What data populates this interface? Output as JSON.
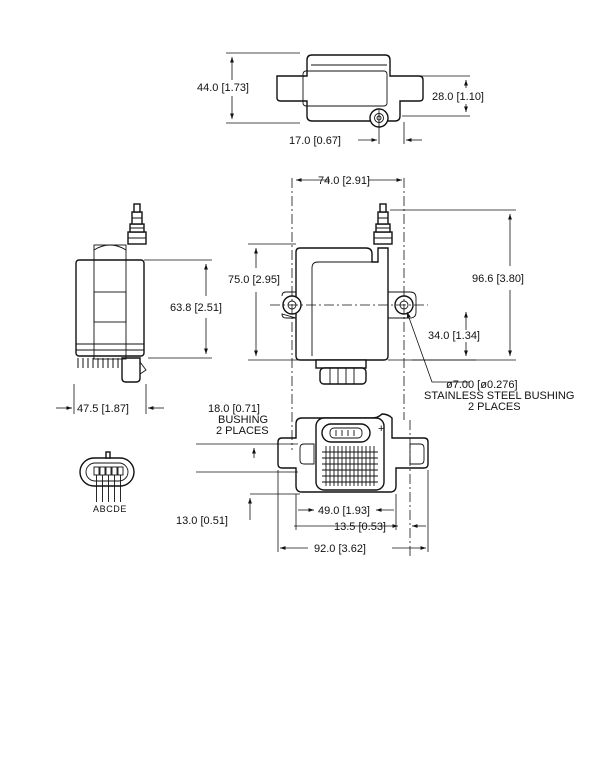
{
  "top_view": {
    "height_label": "44.0 [1.73]",
    "boss_label": "28.0 [1.10]",
    "offset_label": "17.0 [0.67]"
  },
  "front_view": {
    "width_label": "74.0 [2.91]",
    "body_height_label": "75.0 [2.95]",
    "overall_height_label": "96.6 [3.80]",
    "hole_height_label": "34.0 [1.34]",
    "bushing_note": [
      "ø7.00 [ø0.276]",
      "STAINLESS STEEL BUSHING",
      "2 PLACES"
    ]
  },
  "side_view": {
    "height_label": "63.8 [2.51]",
    "depth_label": "47.5 [1.87]"
  },
  "bottom_view": {
    "bushing_note": [
      "18.0 [0.71]",
      "BUSHING",
      "2 PLACES"
    ],
    "connector_label": "49.0 [1.93]",
    "boss_offset_label": "13.5 [0.53]",
    "overall_width_label": "92.0 [3.62]",
    "bushing_offset_label": "13.0 [0.51]"
  },
  "connector": {
    "pin_letters": "ABCDE"
  }
}
